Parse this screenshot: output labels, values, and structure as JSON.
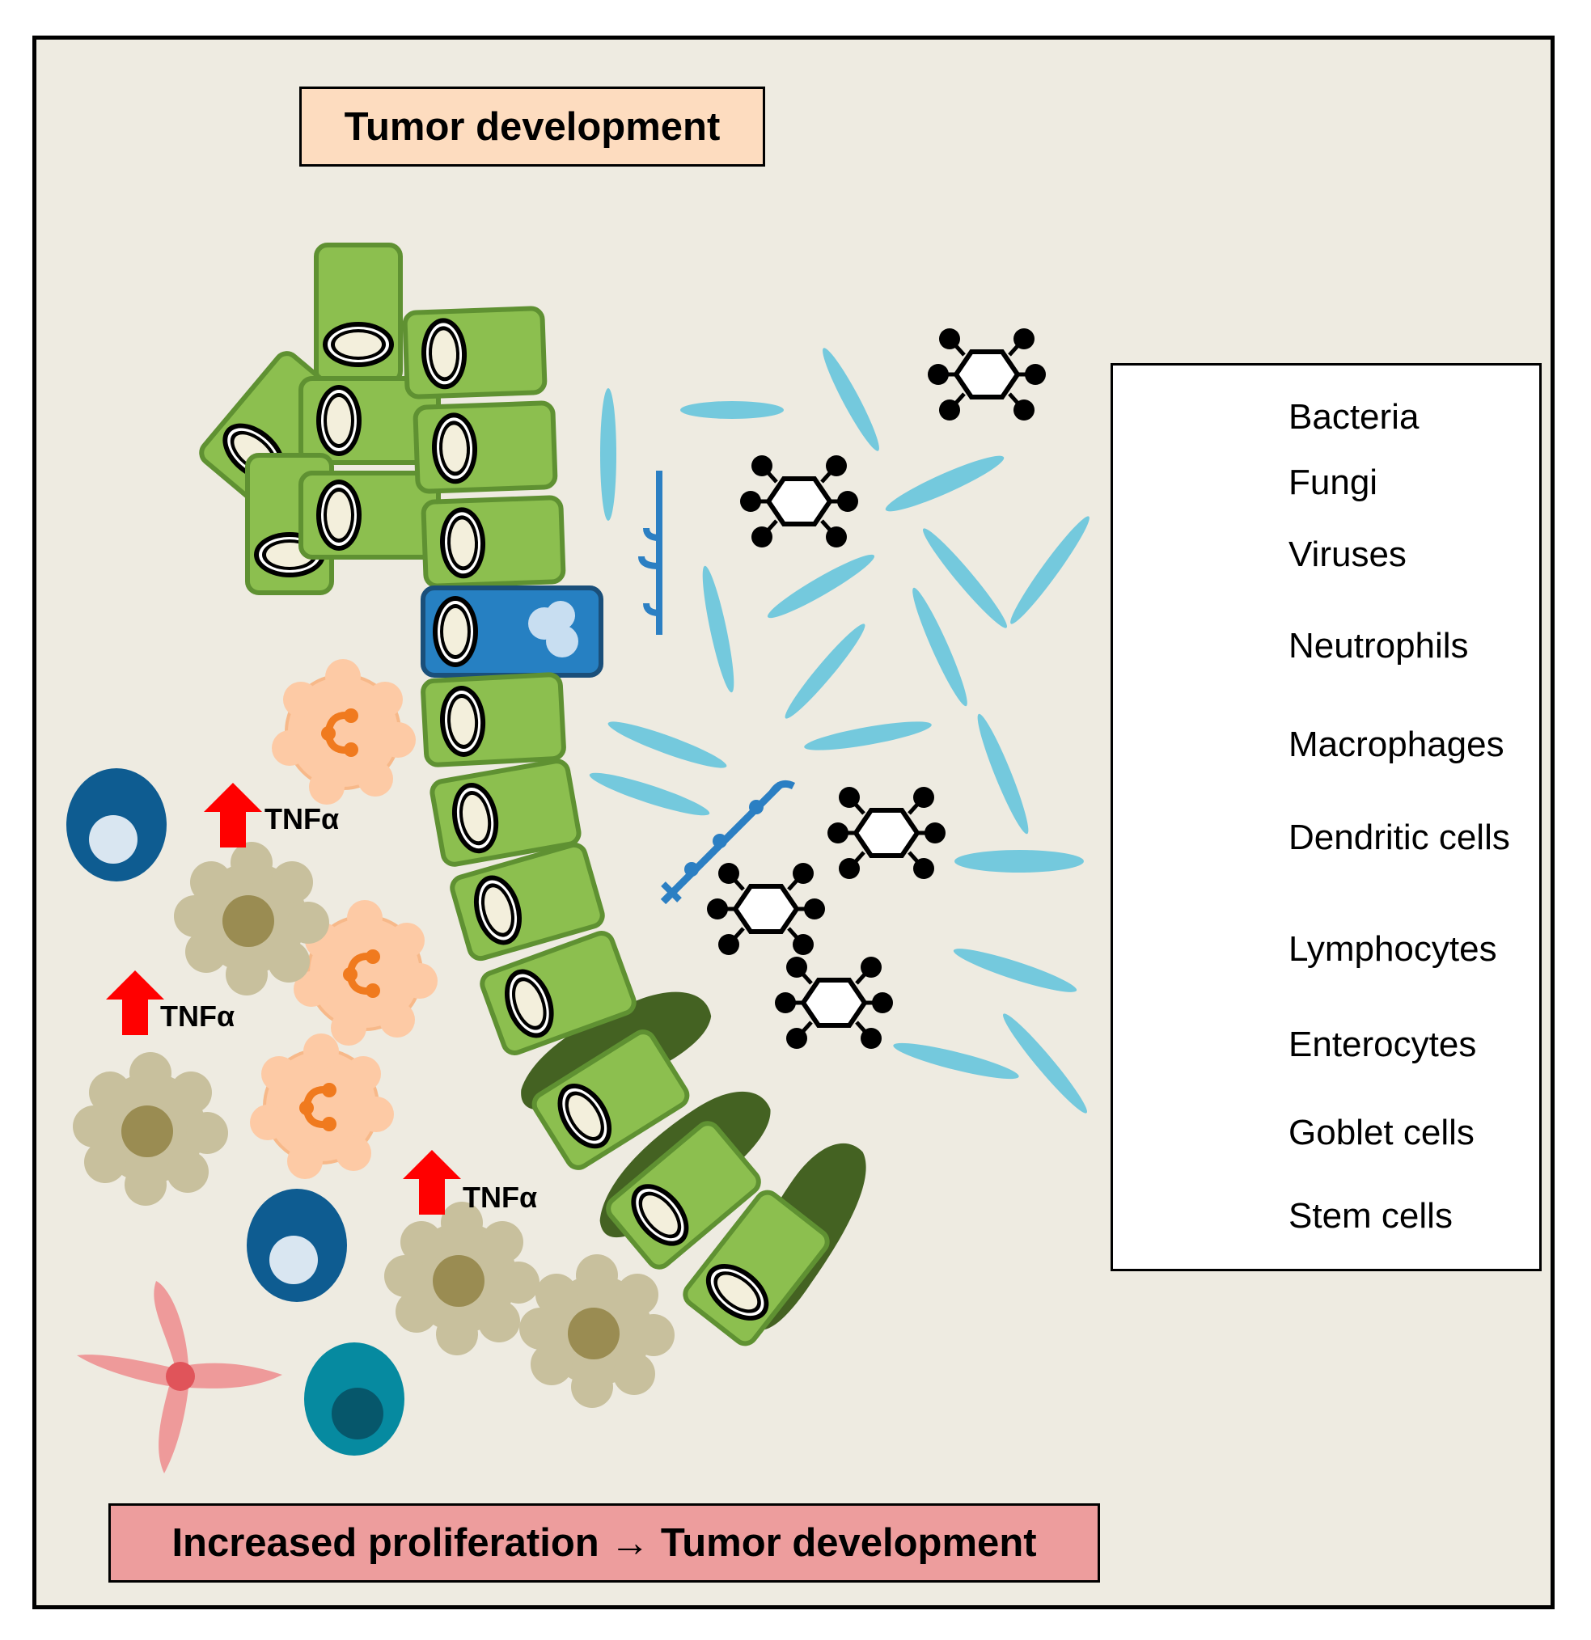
{
  "title": "Tumor development",
  "bottom_label": "Increased proliferation → Tumor development",
  "cytokine_label": "TNFα",
  "legend": [
    {
      "name": "bacteria",
      "label": "Bacteria"
    },
    {
      "name": "fungi",
      "label": "Fungi"
    },
    {
      "name": "viruses",
      "label": "Viruses"
    },
    {
      "name": "neutrophils",
      "label": "Neutrophils"
    },
    {
      "name": "macrophages",
      "label": "Macrophages"
    },
    {
      "name": "dendritic-cells",
      "label": "Dendritic cells"
    },
    {
      "name": "lymphocytes",
      "label": "Lymphocytes"
    },
    {
      "name": "enterocytes",
      "label": "Enterocytes"
    },
    {
      "name": "goblet-cells",
      "label": "Goblet cells"
    },
    {
      "name": "stem-cells",
      "label": "Stem cells"
    }
  ],
  "colors": {
    "background": "#eeebe1",
    "bacteria": "#74c9dd",
    "fungi": "#2b7fc3",
    "virus": "#000000",
    "neutrophil": "#fdcaa5",
    "neutrophil_nucleus": "#f07a1e",
    "macrophage": "#c8c09d",
    "macrophage_nucleus": "#9a8c52",
    "dendritic": "#ee9a9a",
    "dendritic_core": "#e0545a",
    "lymphocyte_blue": "#0e5c91",
    "lymphocyte_teal": "#068aa0",
    "enterocyte": "#8cbf4f",
    "enterocyte_border": "#5f9132",
    "goblet": "#2680c2",
    "stem_cell": "#446222",
    "arrow": "#ff0000"
  }
}
